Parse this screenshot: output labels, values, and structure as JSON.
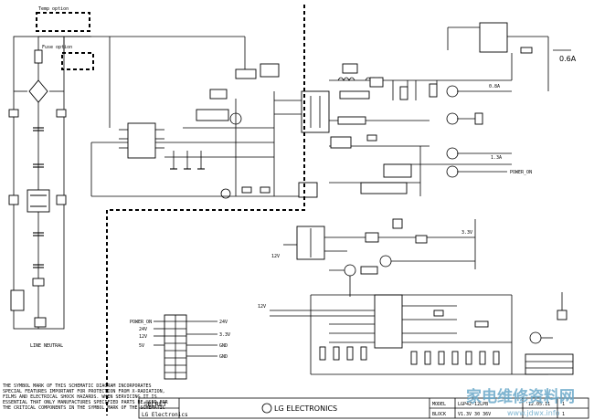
{
  "labels": {
    "top_dashed_box": "Temp option",
    "fuse_option": "Fuse option",
    "output_06a": "0.6A",
    "output_08a": "0.8A",
    "output_15a": "1.3A",
    "power_on_right": "POWER_ON",
    "supply_12v": "12V",
    "standby_rail": "3.3V",
    "mid_12v": "12V",
    "neutral_note": "LINE NEUTRAL",
    "rail_24v": "24V",
    "rail_12v_b": "12V",
    "rail_5v": "5V"
  },
  "connector": {
    "left_pins": [
      "POWER_ON",
      "24V",
      "12V",
      "5V"
    ],
    "right_pins": [
      "24V",
      "3.3V",
      "GND",
      "GND"
    ]
  },
  "footer": {
    "note_lines": [
      "THE  SYMBOL MARK OF THIS SCHEMATIC DIAGRAM INCORPORATES",
      "SPECIAL FEATURES IMPORTANT FOR PROTECTION FROM X-RADIATION,",
      "FILMS AND ELECTRICAL SHOCK HAZARDS. WHEN SERVICING IT IS",
      "ESSENTIAL THAT ONLY MANUFACTURES SPECIFIED PARTS BE USED FOR",
      "THE CRITICAL COMPONENTS IN THE  SYMBOL MARK OF THE SCHEMATIC"
    ],
    "secret": "SECRET",
    "brand_small": "LG Electronics",
    "brand_logo": "LG ELECTRONICS",
    "model_label": "MODEL",
    "block_label": "BLOCK",
    "model_value": "LGP42-12LPB",
    "date_value": "'12.05.11",
    "version_value": "V1.3V 30 36V",
    "page_num": "1",
    "page_total": "1"
  },
  "watermark": {
    "chinese": "家电维修资料网",
    "url": "www.jdwx.info"
  }
}
